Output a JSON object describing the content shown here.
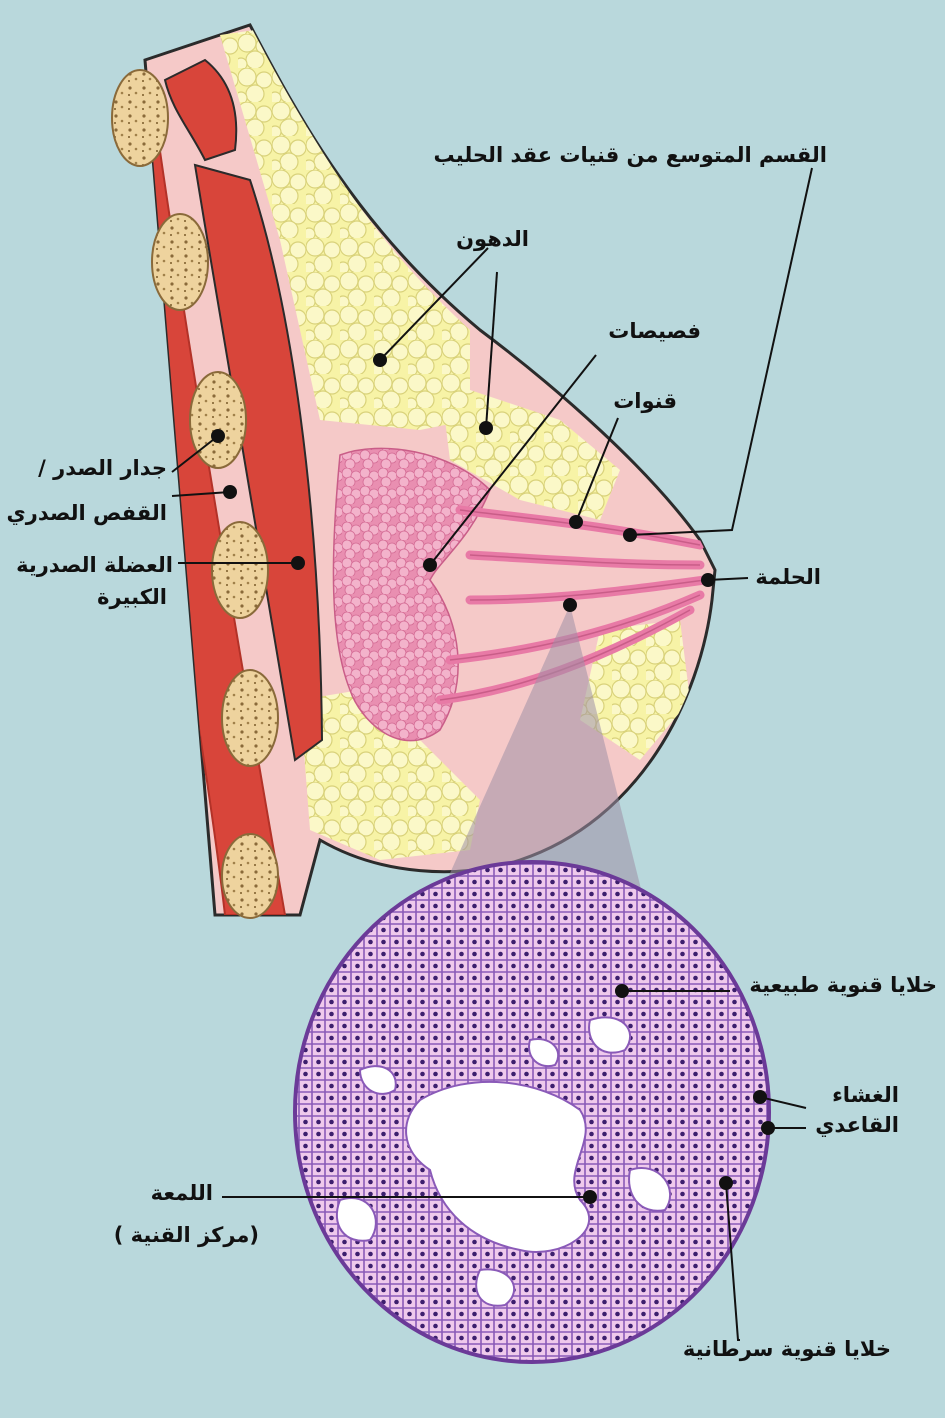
{
  "colors": {
    "background": "#b9d8dc",
    "skin": "#f5c9c8",
    "fat": "#f7f3a6",
    "muscle": "#d8453a",
    "rib": "#eed39e",
    "lobules": "#ec9bb8",
    "ducts": "#e87aa6",
    "cells_fill": "#efc9ec",
    "cells_outline": "#7b4aa8",
    "nucleus": "#3d1f6e"
  },
  "labels": {
    "expanded_duct": "القسم المتوسع من قنيات عقد الحليب",
    "fat": "الدهون",
    "lobules": "فصيصات",
    "ducts": "قنوات",
    "nipple": "الحلمة",
    "chest_wall_line1": "جدار الصدر /",
    "chest_wall_line2": "القفص الصدري",
    "pectoralis_line1": "العضلة الصدرية",
    "pectoralis_line2": "الكبيرة",
    "normal_cells": "خلايا قنوية طبيعية",
    "basement_line1": "الغشاء",
    "basement_line2": "القاعدي",
    "lumen_line1": "اللمعة",
    "lumen_line2": "(مركز القنية )",
    "cancer_cells": "خلايا قنوية سرطانية"
  }
}
